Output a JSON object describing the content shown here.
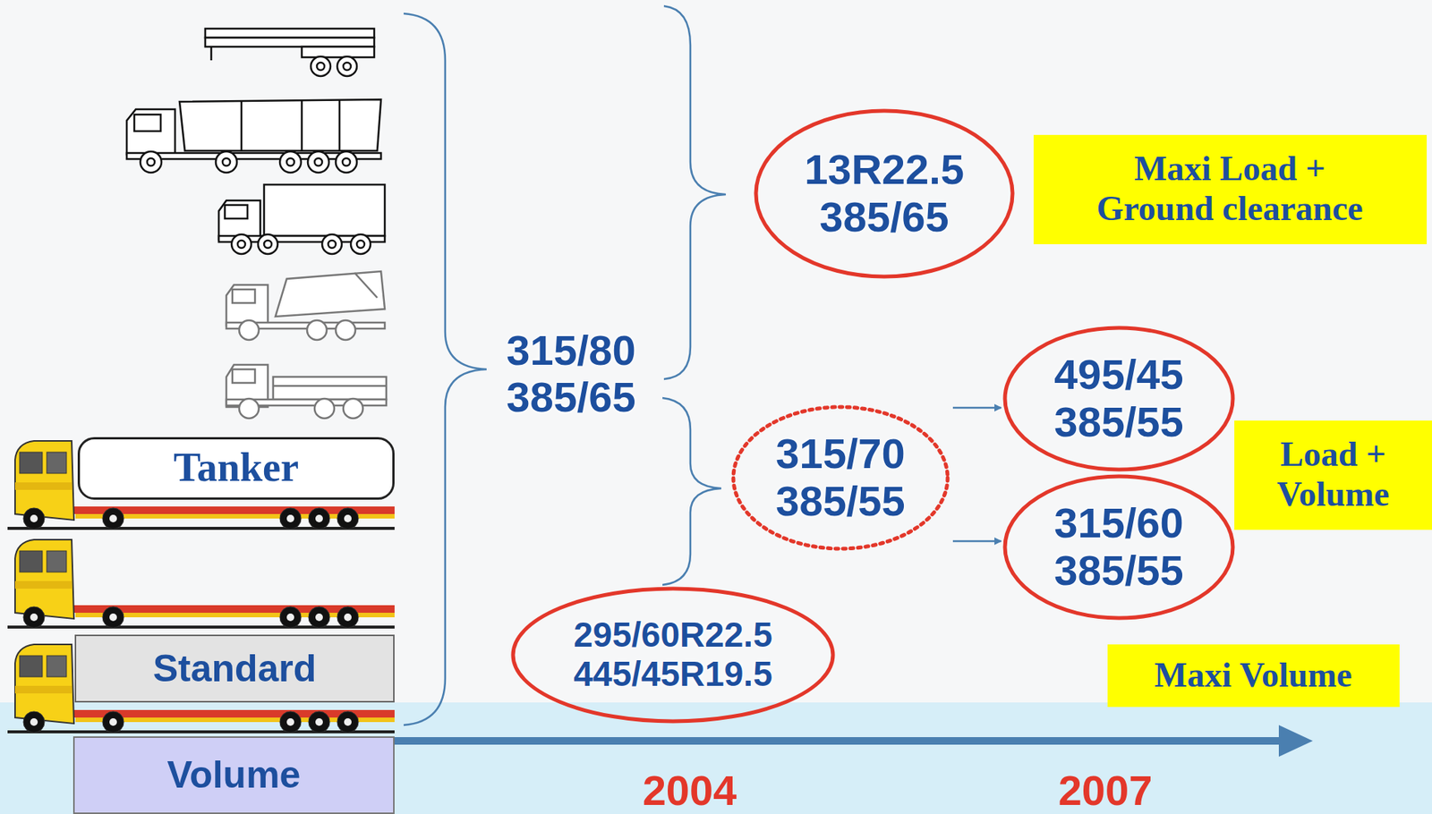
{
  "diagram": {
    "nodes": [
      {
        "text": [
          "Tanker"
        ]
      },
      {
        "text": [
          "Standard"
        ]
      },
      {
        "text": [
          "Volume"
        ]
      },
      {
        "text": [
          "13R22.5",
          "385/65"
        ]
      },
      {
        "text": [
          "Maxi Load + Ground clearance"
        ]
      },
      {
        "text": [
          "315/70",
          "385/55"
        ]
      },
      {
        "text": [
          "495/45",
          "385/55"
        ]
      },
      {
        "text": [
          "315/60",
          "385/55"
        ]
      },
      {
        "text": [
          "Load + Volume"
        ]
      },
      {
        "text": [
          "295/60R22.5",
          "445/45R19.5"
        ]
      },
      {
        "text": [
          "Maxi Volume"
        ]
      }
    ],
    "edges": [
      {
        "from": 5,
        "to": 6,
        "arrow": "to"
      },
      {
        "from": 5,
        "to": 7,
        "arrow": "to"
      }
    ],
    "labels": [
      "315/80",
      "385/65",
      "2004",
      "2007"
    ]
  }
}
